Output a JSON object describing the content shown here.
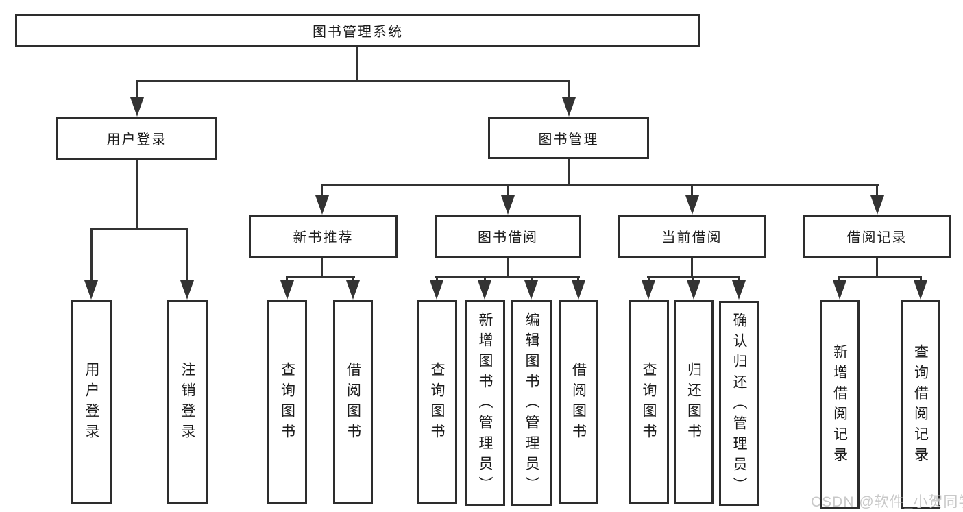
{
  "nodes": {
    "root": "图书管理系统",
    "user_login": "用户登录",
    "book_mgmt": "图书管理",
    "new_book_rec": "新书推荐",
    "book_borrow": "图书借阅",
    "current_borrow": "当前借阅",
    "borrow_records": "借阅记录",
    "leaf_user_login": "用户登录",
    "leaf_logout": "注销登录",
    "leaf_nb_query": "查询图书",
    "leaf_nb_borrow": "借阅图书",
    "leaf_bb_query": "查询图书",
    "leaf_bb_add": "新增图书（管理员）",
    "leaf_bb_edit": "编辑图书（管理员）",
    "leaf_bb_borrow": "借阅图书",
    "leaf_cb_query": "查询图书",
    "leaf_cb_return": "归还图书",
    "leaf_cb_confirm": "确认归还（管理员）",
    "leaf_br_add": "新增借阅记录",
    "leaf_br_query": "查询借阅记录"
  },
  "watermark": "CSDN @软件_小贺同学",
  "colors": {
    "line": "#333333",
    "border": "#2d2d2d",
    "text": "#1c1c1c",
    "watermark": "#c8c8c8",
    "background": "#ffffff"
  }
}
